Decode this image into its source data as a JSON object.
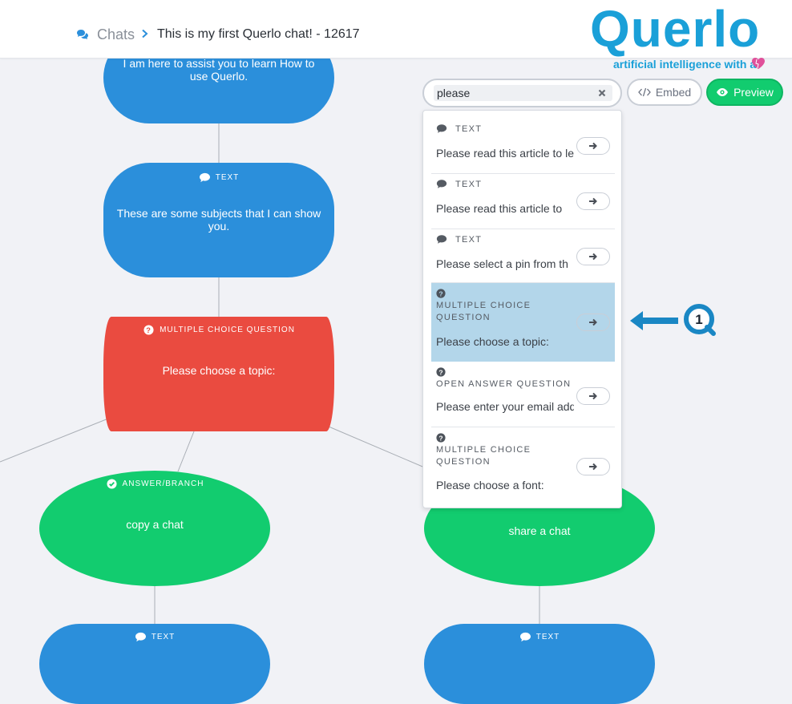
{
  "header": {
    "breadcrumb_root": "Chats",
    "breadcrumb_current": "This is my first Querlo chat! - 12617"
  },
  "brand": {
    "logo_text": "Querlo",
    "tagline": "artificial intelligence with a",
    "color": "#1aa0d8"
  },
  "search": {
    "value": "please",
    "placeholder": ""
  },
  "toolbar": {
    "embed_label": "Embed",
    "preview_label": "Preview"
  },
  "results": [
    {
      "type": "TEXT",
      "text": "Please read this article to le",
      "icon": "comment-icon"
    },
    {
      "type": "TEXT",
      "text": "Please read this article to",
      "icon": "comment-icon"
    },
    {
      "type": "TEXT",
      "text": "Please select a pin from th",
      "icon": "comment-icon"
    },
    {
      "type": "MULTIPLE CHOICE QUESTION",
      "text": "Please choose a topic:",
      "icon": "question-circle-icon",
      "highlighted": true
    },
    {
      "type": "OPEN ANSWER QUESTION",
      "text": "Please enter your email add",
      "icon": "question-circle-icon"
    },
    {
      "type": "MULTIPLE CHOICE QUESTION",
      "text": "Please choose a font:",
      "icon": "question-circle-icon"
    }
  ],
  "nodes": {
    "top": {
      "text": "I am here to assist you to learn How to use Querlo."
    },
    "subjects": {
      "type": "TEXT",
      "text": "These are some subjects that I can show you."
    },
    "question": {
      "type": "MULTIPLE CHOICE QUESTION",
      "text": "Please choose a topic:"
    },
    "copy": {
      "type": "ANSWER/BRANCH",
      "text": "copy a chat"
    },
    "share": {
      "text": "share a chat"
    },
    "bottom_left": {
      "type": "TEXT"
    },
    "bottom_right": {
      "type": "TEXT"
    }
  },
  "annotation": {
    "number": "1"
  },
  "colors": {
    "text_node": "#2b8fdb",
    "question_node": "#ea4b40",
    "answer_node": "#12cc6f",
    "highlight": "#b3d6ea"
  }
}
